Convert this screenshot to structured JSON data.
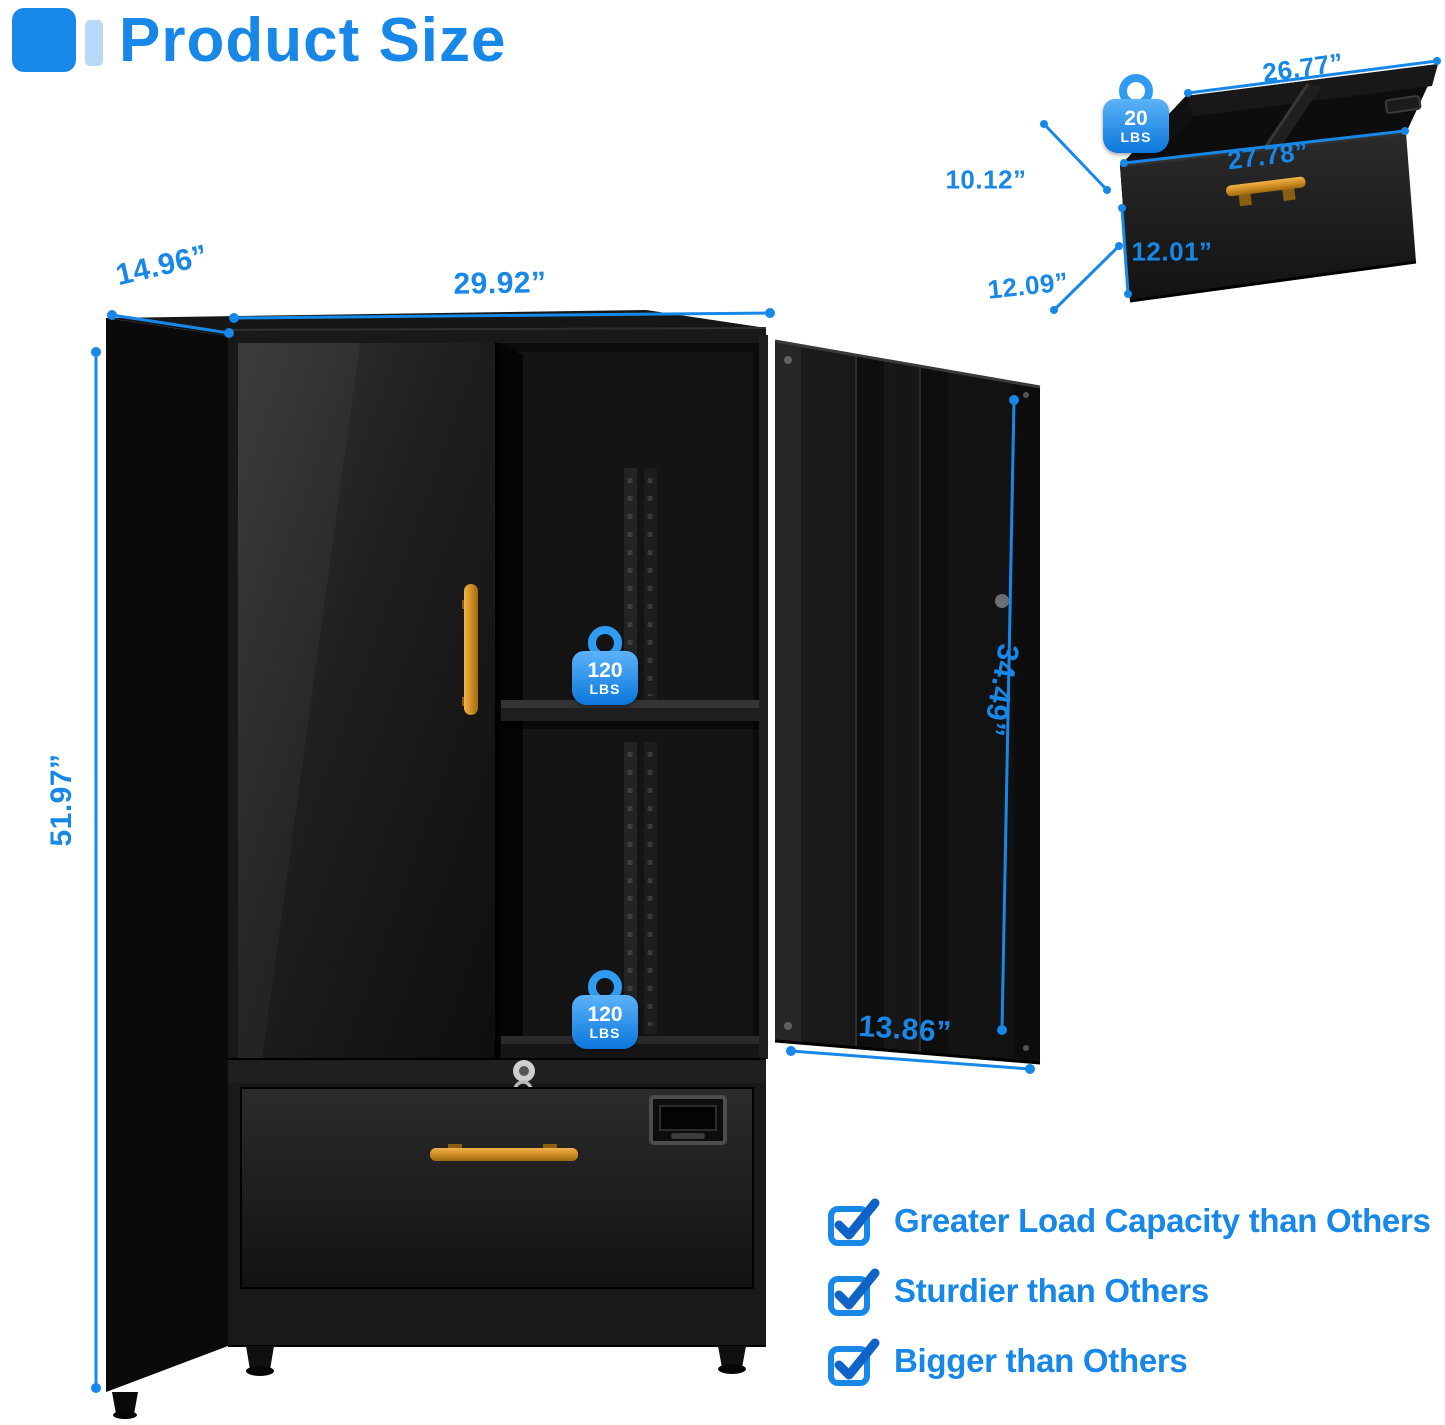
{
  "colors": {
    "accent": "#1787e8",
    "accent_dark": "#0f63c6",
    "badge_gradient_top": "#5bb3f8",
    "badge_gradient_bottom": "#0b76dc",
    "handle_gold": "#cf8f26",
    "cabinet_black": "#141414"
  },
  "title": {
    "text": "Product Size"
  },
  "cabinet": {
    "width": "29.92”",
    "depth": "14.96”",
    "height": "51.97”",
    "door_height": "34.49”",
    "door_width": "13.86”",
    "shelf_capacities": [
      {
        "value": "120",
        "unit": "LBS"
      },
      {
        "value": "120",
        "unit": "LBS"
      }
    ]
  },
  "drawer": {
    "capacity": {
      "value": "20",
      "unit": "LBS"
    },
    "back_width": "26.77”",
    "front_width": "27.78”",
    "back_height": "10.12”",
    "front_height": "12.01”",
    "depth": "12.09”"
  },
  "features": [
    {
      "label": "Greater Load Capacity than Others"
    },
    {
      "label": "Sturdier than Others"
    },
    {
      "label": "Bigger than Others"
    }
  ]
}
